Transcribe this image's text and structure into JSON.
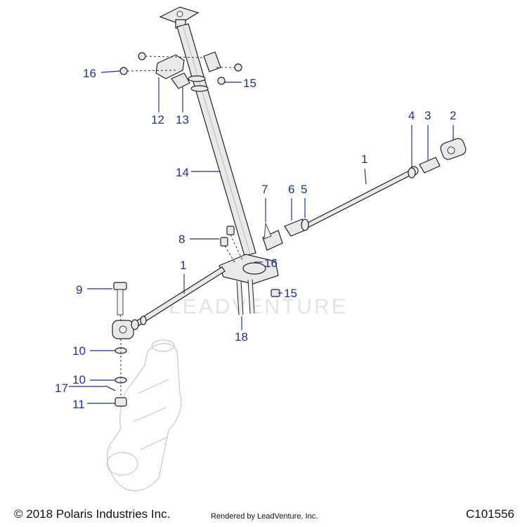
{
  "watermark": "LEADVENTURE",
  "footer": {
    "copyright": "© 2018 Polaris Industries Inc.",
    "rendered_by": "Rendered by LeadVenture, Inc.",
    "figure_id": "C101556"
  },
  "callouts": {
    "c1_upper": "1",
    "c1_lower": "1",
    "c2": "2",
    "c3": "3",
    "c4": "4",
    "c5": "5",
    "c6": "6",
    "c7": "7",
    "c8": "8",
    "c9": "9",
    "c10_upper": "10",
    "c10_lower": "10",
    "c11": "11",
    "c12": "12",
    "c13": "13",
    "c14": "14",
    "c15_upper": "15",
    "c15_lower": "15",
    "c16_upper": "16",
    "c16_lower": "16",
    "c17": "17",
    "c18": "18"
  },
  "colors": {
    "callout": "#1f2f9f",
    "part_line": "#222222"
  }
}
